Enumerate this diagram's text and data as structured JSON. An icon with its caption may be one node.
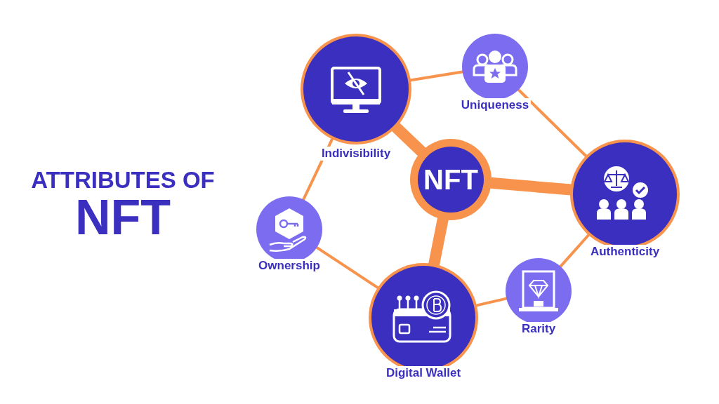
{
  "diagram": {
    "nodes": [
      {
        "text": [
          "NFT"
        ]
      },
      {
        "text": [
          "Indivisibility"
        ]
      },
      {
        "text": [
          "Uniqueness"
        ]
      },
      {
        "text": [
          "Authenticity"
        ]
      },
      {
        "text": [
          "Rarity"
        ]
      },
      {
        "text": [
          "Digital Wallet"
        ]
      },
      {
        "text": [
          "Ownership"
        ]
      }
    ],
    "edges": [
      {
        "from": 0,
        "to": 1,
        "arrow": "none",
        "style": "thick"
      },
      {
        "from": 0,
        "to": 3,
        "arrow": "none",
        "style": "thick"
      },
      {
        "from": 0,
        "to": 5,
        "arrow": "none",
        "style": "thick"
      },
      {
        "from": 1,
        "to": 2,
        "arrow": "none"
      },
      {
        "from": 2,
        "to": 3,
        "arrow": "none"
      },
      {
        "from": 3,
        "to": 4,
        "arrow": "none"
      },
      {
        "from": 4,
        "to": 5,
        "arrow": "none"
      },
      {
        "from": 5,
        "to": 6,
        "arrow": "none"
      },
      {
        "from": 6,
        "to": 1,
        "arrow": "none"
      }
    ],
    "labels": [
      "ATTRIBUTES OF",
      "NFT"
    ]
  }
}
